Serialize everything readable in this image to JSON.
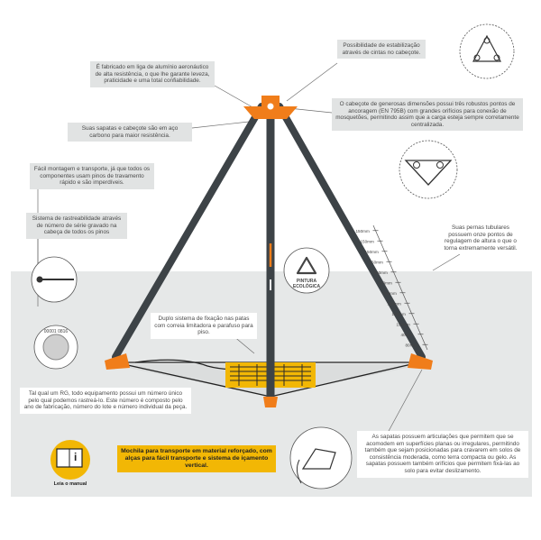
{
  "callouts": {
    "aluminum": "É fabricado em liga de alumínio aeronáutico de alta resistência, o que lhe garante leveza, praticidade e uma total confiabilidade.",
    "stabilization": "Possibilidade de estabilização através de cintas no cabeçote.",
    "head": "O cabeçote de generosas dimensões possui três robustos pontos de ancoragem (EN 795B) com grandes orifícios para conexão de mosquetões, permitindo assim que a carga esteja sempre corretamente centralizada.",
    "steel": "Suas sapatas e cabeçote são em aço carbono para maior resistência.",
    "assembly": "Fácil montagem e transporte, já que todos os componentes usam pinos de travamento rápido e são imperdíveis.",
    "traceability": "Sistema de rastreabilidade através de número de série gravado na cabeça de todos os pinos",
    "legs": "Suas pernas tubulares possuem onze pontos de regulagem de altura o que o torna extremamente versátil.",
    "fixing": "Duplo sistema de fixação nas patas com correia limitadora e parafuso para piso.",
    "rg": "Tal qual um RG, todo equipamento possui um número único pelo qual podemos rastreá-lo. Este número é composto pelo ano de fabricação, número do lote e número individual da peça.",
    "feet": "As sapatas possuem articulações que permitem que se acomodem em superfícies planas ou irregulares, permitindo também que sejam posicionadas para cravarem em solos de consistência moderada, como terra compacta ou gelo. As sapatas possuem também orifícios que permitem fixá-las ao solo para evitar deslizamento.",
    "backpack": "Mochila para transporte em material reforçado, com alças para fácil transporte e sistema de içamento vertical."
  },
  "labels": {
    "manual": "Leia o manual",
    "manual_icon_letter": "i",
    "eco": "PINTURA ECOLÓGICA",
    "serial": "00001 0816"
  },
  "scale": {
    "marks": [
      "150mm",
      "150mm",
      "150mm",
      "150mm",
      "150mm",
      "150mm",
      "150mm",
      "150mm",
      "150mm",
      "150mm",
      "40mm",
      "80mm"
    ]
  },
  "colors": {
    "orange": "#f07d1a",
    "leg": "#3d4347",
    "yellow": "#f2b705",
    "panel": "#e1e3e3"
  }
}
